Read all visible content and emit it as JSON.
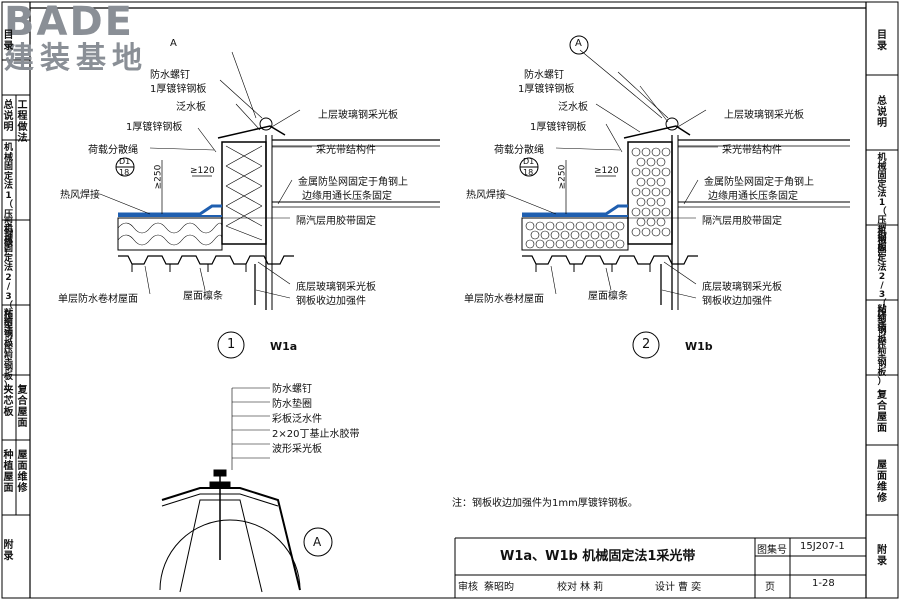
{
  "logo": {
    "brand": "BADE",
    "subtitle": "建装基地"
  },
  "left_tabs": [
    {
      "id": "mulu",
      "text": "目录"
    },
    {
      "id": "zongshuo",
      "text": "总说明"
    },
    {
      "id": "gongcheng",
      "text": "工程做法"
    },
    {
      "id": "jixie1",
      "text": "机械固定法1（压型钢板）"
    },
    {
      "id": "jixie23",
      "text": "机械固定法2/3（压型钢板）"
    },
    {
      "id": "nianjie",
      "text": "粘结法（压型钢板）"
    },
    {
      "id": "jiaxin",
      "text": "夹芯板"
    },
    {
      "id": "fuhe",
      "text": "复合屋面"
    },
    {
      "id": "zhongzhi",
      "text": "种植屋面"
    },
    {
      "id": "weixiu",
      "text": "屋面维修"
    },
    {
      "id": "fulu",
      "text": "附录"
    }
  ],
  "right_tabs": [
    {
      "id": "mulu",
      "text": "目录"
    },
    {
      "id": "zongshuo",
      "text": "总说明"
    },
    {
      "id": "jixie1",
      "text": "机械固定法1（压型钢板）"
    },
    {
      "id": "jixie23",
      "text": "机械固定法2/3（压型钢板）"
    },
    {
      "id": "nianjie",
      "text": "粘结法（压型钢板）"
    },
    {
      "id": "fuhe",
      "text": "复合屋面"
    },
    {
      "id": "weixiu",
      "text": "屋面维修"
    },
    {
      "id": "fulu",
      "text": "附录"
    }
  ],
  "detail1": {
    "ref_mark": "A",
    "labels": {
      "screw": "防水螺钉",
      "plate": "1厚镀锌钢板",
      "flashing": "泛水板",
      "plate2": "1厚镀锌钢板",
      "stress_rope": "荷载分散绳",
      "hot_weld": "热风焊接",
      "membrane": "单层防水卷材屋面",
      "purlin": "屋面檩条",
      "upper_panel": "上层玻璃钢采光板",
      "structure": "采光带结构件",
      "metal_fix": "金属防坠网固定于角钢上",
      "edge_fix": "边缘用通长压条固定",
      "vapor": "隔汽层用胶带固定",
      "bottom_panel": "底层玻璃钢采光板",
      "edge_reinf": "钢板收边加强件"
    },
    "dim_height": "≥250",
    "dim_width": "≥120",
    "detail_ref_top": "D1",
    "detail_ref_bottom": "18",
    "number": "1",
    "code": "W1a"
  },
  "detail2": {
    "ref_mark": "A",
    "labels": {
      "screw": "防水螺钉",
      "plate": "1厚镀锌钢板",
      "flashing": "泛水板",
      "plate2": "1厚镀锌钢板",
      "stress_rope": "荷载分散绳",
      "hot_weld": "热风焊接",
      "membrane": "单层防水卷材屋面",
      "purlin": "屋面檩条",
      "upper_panel": "上层玻璃钢采光板",
      "structure": "采光带结构件",
      "metal_fix": "金属防坠网固定于角钢上",
      "edge_fix": "边缘用通长压条固定",
      "vapor": "隔汽层用胶带固定",
      "bottom_panel": "底层玻璃钢采光板",
      "edge_reinf": "钢板收边加强件"
    },
    "dim_height": "≥250",
    "dim_width": "≥120",
    "detail_ref_top": "D1",
    "detail_ref_bottom": "18",
    "number": "2",
    "code": "W1b"
  },
  "detailA": {
    "mark": "A",
    "labels": [
      "防水螺钉",
      "防水垫圈",
      "彩板泛水件",
      "2×20丁基止水胶带",
      "波形采光板"
    ]
  },
  "note": "注：钢板收边加强件为1mm厚镀锌钢板。",
  "title_block": {
    "title": "W1a、W1b 机械固定法1采光带",
    "atlas_label": "图集号",
    "atlas_no": "15J207-1",
    "page_label": "页",
    "page_no": "1-28",
    "review_label": "审核",
    "reviewer": "蔡昭昀",
    "check_label": "校对",
    "checker": "林 莉",
    "design_label": "设计",
    "designer": "曹 奕"
  }
}
